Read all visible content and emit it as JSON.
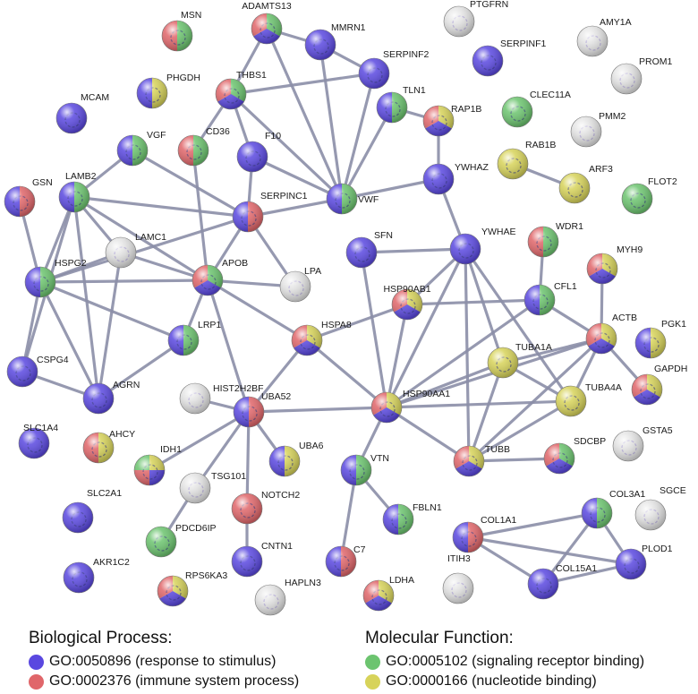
{
  "colors": {
    "response_to_stimulus": "#5a48e0",
    "immune_system_process": "#e0666a",
    "signaling_receptor_binding": "#6cc46f",
    "nucleotide_binding": "#d7d35a",
    "no_annotation": "#e4e4e4",
    "edge": "#8b8ea8"
  },
  "network": {
    "nodes": [
      {
        "id": "MSN",
        "colors": [
          "green",
          "red"
        ]
      },
      {
        "id": "ADAMTS13",
        "colors": [
          "green",
          "blue",
          "red"
        ]
      },
      {
        "id": "MMRN1",
        "colors": [
          "blue"
        ]
      },
      {
        "id": "PTGFRN",
        "colors": []
      },
      {
        "id": "AMY1A",
        "colors": []
      },
      {
        "id": "SERPINF2",
        "colors": [
          "blue"
        ]
      },
      {
        "id": "SERPINF1",
        "colors": [
          "blue"
        ]
      },
      {
        "id": "PROM1",
        "colors": []
      },
      {
        "id": "PHGDH",
        "colors": [
          "yellow",
          "blue"
        ]
      },
      {
        "id": "THBS1",
        "colors": [
          "green",
          "blue",
          "red"
        ]
      },
      {
        "id": "MCAM",
        "colors": [
          "blue"
        ]
      },
      {
        "id": "TLN1",
        "colors": [
          "green",
          "blue"
        ]
      },
      {
        "id": "RAP1B",
        "colors": [
          "yellow",
          "blue",
          "red"
        ]
      },
      {
        "id": "CLEC11A",
        "colors": [
          "green"
        ]
      },
      {
        "id": "PMM2",
        "colors": []
      },
      {
        "id": "CD36",
        "colors": [
          "green",
          "red"
        ]
      },
      {
        "id": "F10",
        "colors": [
          "blue"
        ]
      },
      {
        "id": "VGF",
        "colors": [
          "green",
          "blue"
        ]
      },
      {
        "id": "RAB1B",
        "colors": [
          "yellow"
        ]
      },
      {
        "id": "YWHAZ",
        "colors": [
          "blue"
        ]
      },
      {
        "id": "ARF3",
        "colors": [
          "yellow"
        ]
      },
      {
        "id": "FLOT2",
        "colors": [
          "green"
        ]
      },
      {
        "id": "GSN",
        "colors": [
          "red",
          "blue"
        ]
      },
      {
        "id": "LAMB2",
        "colors": [
          "green",
          "blue"
        ]
      },
      {
        "id": "SERPINC1",
        "colors": [
          "red",
          "blue"
        ]
      },
      {
        "id": "VWF",
        "colors": [
          "green",
          "blue"
        ]
      },
      {
        "id": "WDR1",
        "colors": [
          "green",
          "red"
        ]
      },
      {
        "id": "LAMC1",
        "colors": []
      },
      {
        "id": "SFN",
        "colors": [
          "blue"
        ]
      },
      {
        "id": "YWHAE",
        "colors": [
          "blue"
        ]
      },
      {
        "id": "MYH9",
        "colors": [
          "yellow",
          "blue",
          "red"
        ]
      },
      {
        "id": "HSPG2",
        "colors": [
          "green",
          "blue"
        ]
      },
      {
        "id": "APOB",
        "colors": [
          "green",
          "blue",
          "red"
        ]
      },
      {
        "id": "LPA",
        "colors": []
      },
      {
        "id": "HSP90AB1",
        "colors": [
          "yellow",
          "blue",
          "red"
        ]
      },
      {
        "id": "CFL1",
        "colors": [
          "green",
          "blue"
        ]
      },
      {
        "id": "LRP1",
        "colors": [
          "green",
          "blue"
        ]
      },
      {
        "id": "HSPA8",
        "colors": [
          "yellow",
          "blue",
          "red"
        ]
      },
      {
        "id": "ACTB",
        "colors": [
          "yellow",
          "blue",
          "red"
        ]
      },
      {
        "id": "PGK1",
        "colors": [
          "yellow",
          "blue"
        ]
      },
      {
        "id": "TUBA1A",
        "colors": [
          "yellow"
        ]
      },
      {
        "id": "CSPG4",
        "colors": [
          "blue"
        ]
      },
      {
        "id": "AGRN",
        "colors": [
          "blue"
        ]
      },
      {
        "id": "HIST2H2BF",
        "colors": []
      },
      {
        "id": "UBA52",
        "colors": [
          "red",
          "blue"
        ]
      },
      {
        "id": "HSP90AA1",
        "colors": [
          "yellow",
          "blue",
          "red"
        ]
      },
      {
        "id": "TUBA4A",
        "colors": [
          "yellow"
        ]
      },
      {
        "id": "GAPDH",
        "colors": [
          "yellow",
          "blue",
          "red"
        ]
      },
      {
        "id": "SLC1A4",
        "colors": [
          "blue"
        ]
      },
      {
        "id": "AHCY",
        "colors": [
          "yellow",
          "red"
        ]
      },
      {
        "id": "IDH1",
        "colors": [
          "yellow",
          "blue",
          "red",
          "green"
        ]
      },
      {
        "id": "TSG101",
        "colors": []
      },
      {
        "id": "UBA6",
        "colors": [
          "yellow",
          "blue"
        ]
      },
      {
        "id": "VTN",
        "colors": [
          "green",
          "blue"
        ]
      },
      {
        "id": "TUBB",
        "colors": [
          "yellow",
          "blue",
          "red"
        ]
      },
      {
        "id": "SDCBP",
        "colors": [
          "green",
          "blue",
          "red"
        ]
      },
      {
        "id": "GSTA5",
        "colors": []
      },
      {
        "id": "SLC2A1",
        "colors": [
          "blue"
        ]
      },
      {
        "id": "NOTCH2",
        "colors": [
          "red"
        ]
      },
      {
        "id": "FBLN1",
        "colors": [
          "green",
          "blue"
        ]
      },
      {
        "id": "COL1A1",
        "colors": [
          "red",
          "blue"
        ]
      },
      {
        "id": "COL3A1",
        "colors": [
          "green",
          "blue"
        ]
      },
      {
        "id": "SGCE",
        "colors": []
      },
      {
        "id": "PDCD6IP",
        "colors": [
          "green"
        ]
      },
      {
        "id": "CNTN1",
        "colors": [
          "blue"
        ]
      },
      {
        "id": "C7",
        "colors": [
          "red",
          "blue"
        ]
      },
      {
        "id": "AKR1C2",
        "colors": [
          "blue"
        ]
      },
      {
        "id": "ITIH3",
        "colors": []
      },
      {
        "id": "PLOD1",
        "colors": [
          "blue"
        ]
      },
      {
        "id": "COL15A1",
        "colors": [
          "blue"
        ]
      },
      {
        "id": "RPS6KA3",
        "colors": [
          "yellow",
          "blue",
          "red"
        ]
      },
      {
        "id": "HAPLN3",
        "colors": []
      },
      {
        "id": "LDHA",
        "colors": [
          "yellow",
          "blue",
          "red"
        ]
      }
    ],
    "edges": [
      [
        "ADAMTS13",
        "MMRN1"
      ],
      [
        "ADAMTS13",
        "THBS1"
      ],
      [
        "ADAMTS13",
        "VWF"
      ],
      [
        "MMRN1",
        "VWF"
      ],
      [
        "MMRN1",
        "SERPINF2"
      ],
      [
        "THBS1",
        "SERPINF2"
      ],
      [
        "THBS1",
        "VWF"
      ],
      [
        "THBS1",
        "CD36"
      ],
      [
        "THBS1",
        "F10"
      ],
      [
        "SERPINF2",
        "VWF"
      ],
      [
        "TLN1",
        "VWF"
      ],
      [
        "TLN1",
        "RAP1B"
      ],
      [
        "RAP1B",
        "YWHAZ"
      ],
      [
        "F10",
        "VWF"
      ],
      [
        "F10",
        "SERPINC1"
      ],
      [
        "SERPINC1",
        "VWF"
      ],
      [
        "YWHAZ",
        "VWF"
      ],
      [
        "YWHAZ",
        "YWHAE"
      ],
      [
        "RAB1B",
        "ARF3"
      ],
      [
        "VGF",
        "LAMB2"
      ],
      [
        "VGF",
        "SERPINC1"
      ],
      [
        "GSN",
        "HSPG2"
      ],
      [
        "LAMB2",
        "HSPG2"
      ],
      [
        "LAMB2",
        "LAMC1"
      ],
      [
        "LAMB2",
        "SERPINC1"
      ],
      [
        "LAMB2",
        "APOB"
      ],
      [
        "LAMB2",
        "AGRN"
      ],
      [
        "LAMB2",
        "CSPG4"
      ],
      [
        "CD36",
        "APOB"
      ],
      [
        "SERPINC1",
        "APOB"
      ],
      [
        "SERPINC1",
        "LPA"
      ],
      [
        "SERPINC1",
        "HSPG2"
      ],
      [
        "LAMC1",
        "HSPG2"
      ],
      [
        "LAMC1",
        "APOB"
      ],
      [
        "LAMC1",
        "AGRN"
      ],
      [
        "HSPG2",
        "APOB"
      ],
      [
        "HSPG2",
        "CSPG4"
      ],
      [
        "HSPG2",
        "AGRN"
      ],
      [
        "HSPG2",
        "LRP1"
      ],
      [
        "APOB",
        "LPA"
      ],
      [
        "APOB",
        "LRP1"
      ],
      [
        "APOB",
        "HSPA8"
      ],
      [
        "APOB",
        "UBA52"
      ],
      [
        "LRP1",
        "AGRN"
      ],
      [
        "CSPG4",
        "AGRN"
      ],
      [
        "SFN",
        "YWHAE"
      ],
      [
        "SFN",
        "HSP90AA1"
      ],
      [
        "YWHAE",
        "HSP90AB1"
      ],
      [
        "YWHAE",
        "HSP90AA1"
      ],
      [
        "YWHAE",
        "TUBA1A"
      ],
      [
        "YWHAE",
        "TUBA4A"
      ],
      [
        "YWHAE",
        "TUBB"
      ],
      [
        "HSP90AB1",
        "HSPA8"
      ],
      [
        "HSP90AB1",
        "HSP90AA1"
      ],
      [
        "HSP90AB1",
        "CFL1"
      ],
      [
        "CFL1",
        "ACTB"
      ],
      [
        "CFL1",
        "HSP90AA1"
      ],
      [
        "CFL1",
        "WDR1"
      ],
      [
        "ACTB",
        "MYH9"
      ],
      [
        "ACTB",
        "TUBA1A"
      ],
      [
        "ACTB",
        "TUBA4A"
      ],
      [
        "ACTB",
        "HSP90AA1"
      ],
      [
        "ACTB",
        "GAPDH"
      ],
      [
        "ACTB",
        "TUBB"
      ],
      [
        "HSPA8",
        "HSP90AA1"
      ],
      [
        "HSPA8",
        "UBA52"
      ],
      [
        "UBA52",
        "HSP90AA1"
      ],
      [
        "UBA52",
        "HIST2H2BF"
      ],
      [
        "UBA52",
        "IDH1"
      ],
      [
        "UBA52",
        "UBA6"
      ],
      [
        "UBA52",
        "NOTCH2"
      ],
      [
        "UBA52",
        "TSG101"
      ],
      [
        "TSG101",
        "PDCD6IP"
      ],
      [
        "HSP90AA1",
        "TUBA1A"
      ],
      [
        "HSP90AA1",
        "TUBA4A"
      ],
      [
        "HSP90AA1",
        "TUBB"
      ],
      [
        "HSP90AA1",
        "VTN"
      ],
      [
        "TUBA1A",
        "TUBA4A"
      ],
      [
        "TUBA1A",
        "TUBB"
      ],
      [
        "TUBA4A",
        "TUBB"
      ],
      [
        "TUBB",
        "SDCBP"
      ],
      [
        "VTN",
        "FBLN1"
      ],
      [
        "VTN",
        "C7"
      ],
      [
        "NOTCH2",
        "CNTN1"
      ],
      [
        "COL1A1",
        "COL3A1"
      ],
      [
        "COL1A1",
        "COL15A1"
      ],
      [
        "COL3A1",
        "COL15A1"
      ],
      [
        "COL3A1",
        "PLOD1"
      ],
      [
        "COL15A1",
        "PLOD1"
      ],
      [
        "COL1A1",
        "PLOD1"
      ]
    ]
  },
  "legend": {
    "bp_heading": "Biological Process:",
    "bp_items": [
      {
        "label": "GO:0050896 (response to stimulus)",
        "color": "#5a48e0"
      },
      {
        "label": "GO:0002376 (immune system process)",
        "color": "#e0666a"
      }
    ],
    "mf_heading": "Molecular Function:",
    "mf_items": [
      {
        "label": "GO:0005102 (signaling receptor binding)",
        "color": "#6cc46f"
      },
      {
        "label": "GO:0000166 (nucleotide binding)",
        "color": "#d7d35a"
      }
    ]
  }
}
